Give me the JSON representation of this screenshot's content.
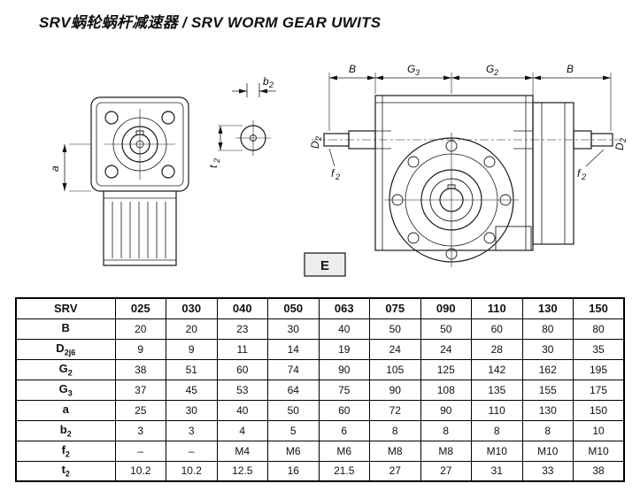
{
  "title": "SRV蜗轮蜗杆减速器 / SRV WORM GEAR UWITS",
  "drawing": {
    "front_view": {
      "dim_a": "a"
    },
    "shaft_section": {
      "dim_b2": {
        "main": "b",
        "sub": "2"
      },
      "dim_t2": {
        "main": "t",
        "sub": "2"
      }
    },
    "side_view": {
      "dim_B_left": "B",
      "dim_G3": {
        "main": "G",
        "sub": "3"
      },
      "dim_G2": {
        "main": "G",
        "sub": "2"
      },
      "dim_B_right": "B",
      "dim_D2_left": {
        "main": "D",
        "sub": "2"
      },
      "dim_D2_right": {
        "main": "D",
        "sub": "2"
      },
      "dim_f2_left": {
        "main": "f",
        "sub": "2"
      },
      "dim_f2_right": {
        "main": "f",
        "sub": "2"
      }
    },
    "view_label": "E"
  },
  "table": {
    "header": [
      "SRV",
      "025",
      "030",
      "040",
      "050",
      "063",
      "075",
      "090",
      "110",
      "130",
      "150"
    ],
    "rows": [
      {
        "label": "B",
        "sub": "",
        "values": [
          "20",
          "20",
          "23",
          "30",
          "40",
          "50",
          "50",
          "60",
          "80",
          "80"
        ]
      },
      {
        "label": "D",
        "sub": "2j6",
        "values": [
          "9",
          "9",
          "11",
          "14",
          "19",
          "24",
          "24",
          "28",
          "30",
          "35"
        ]
      },
      {
        "label": "G",
        "sub": "2",
        "values": [
          "38",
          "51",
          "60",
          "74",
          "90",
          "105",
          "125",
          "142",
          "162",
          "195"
        ]
      },
      {
        "label": "G",
        "sub": "3",
        "values": [
          "37",
          "45",
          "53",
          "64",
          "75",
          "90",
          "108",
          "135",
          "155",
          "175"
        ]
      },
      {
        "label": "a",
        "sub": "",
        "values": [
          "25",
          "30",
          "40",
          "50",
          "60",
          "72",
          "90",
          "110",
          "130",
          "150"
        ]
      },
      {
        "label": "b",
        "sub": "2",
        "values": [
          "3",
          "3",
          "4",
          "5",
          "6",
          "8",
          "8",
          "8",
          "8",
          "10"
        ]
      },
      {
        "label": "f",
        "sub": "2",
        "values": [
          "–",
          "–",
          "M4",
          "M6",
          "M6",
          "M8",
          "M8",
          "M10",
          "M10",
          "M10"
        ]
      },
      {
        "label": "t",
        "sub": "2",
        "values": [
          "10.2",
          "10.2",
          "12.5",
          "16",
          "21.5",
          "27",
          "27",
          "31",
          "33",
          "38"
        ]
      }
    ]
  },
  "colors": {
    "ink": "#111111",
    "line": "#1a1a1a",
    "view_box_fill": "#ededed"
  }
}
